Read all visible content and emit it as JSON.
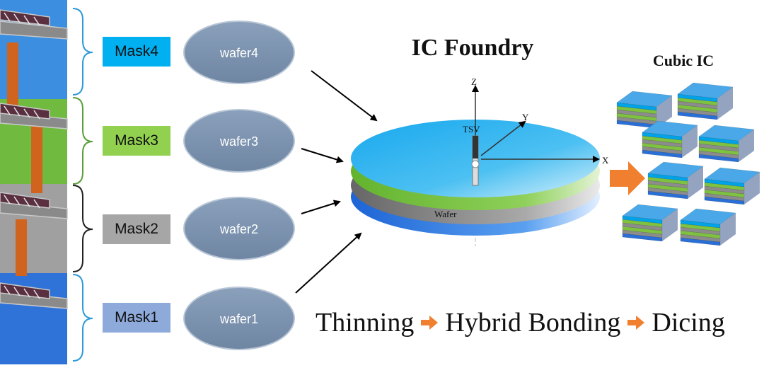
{
  "masks": [
    {
      "label": "Mask4",
      "color": "#00b0f0"
    },
    {
      "label": "Mask3",
      "color": "#92d050"
    },
    {
      "label": "Mask2",
      "color": "#a6a6a6"
    },
    {
      "label": "Mask1",
      "color": "#8eaadb"
    }
  ],
  "wafers": [
    "wafer4",
    "wafer3",
    "wafer2",
    "wafer1"
  ],
  "title": "IC Foundry",
  "cubic_title": "Cubic IC",
  "axes": {
    "z": "Z",
    "y": "Y",
    "x": "X"
  },
  "tsv_label": "TSV",
  "wafer_label": "Wafer",
  "process": {
    "step1": "Thinning",
    "step2": "Hybrid Bonding",
    "step3": "Dicing"
  },
  "colors": {
    "arrow_orange": "#f08030",
    "layer_blue": "#00a2e8",
    "layer_green": "#7fc241",
    "layer_gray": "#8c8c8c",
    "layer_darkblue": "#2a6fd6",
    "brace_blue": "#2e9ad8",
    "brace_green": "#5b9e3a",
    "brace_black": "#222222"
  }
}
